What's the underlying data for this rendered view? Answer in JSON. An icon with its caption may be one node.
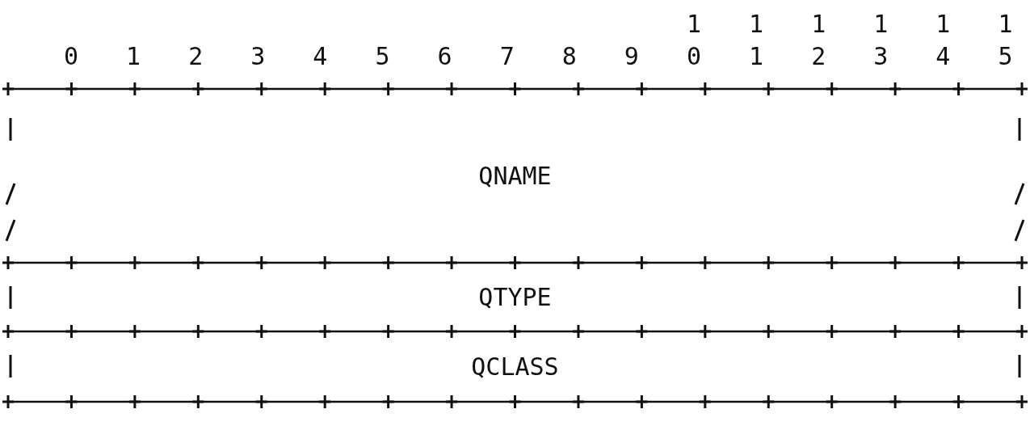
{
  "diagram": {
    "nodes": [
      {
        "text": [
          "QNAME"
        ]
      },
      {
        "text": [
          "QTYPE"
        ]
      },
      {
        "text": [
          "QCLASS"
        ]
      }
    ],
    "labels": [
      "1",
      "1",
      "1",
      "1",
      "1",
      "1",
      "0",
      "1",
      "2",
      "3",
      "4",
      "5",
      "6",
      "7",
      "8",
      "9",
      "0",
      "1",
      "2",
      "3",
      "4",
      "5"
    ]
  }
}
